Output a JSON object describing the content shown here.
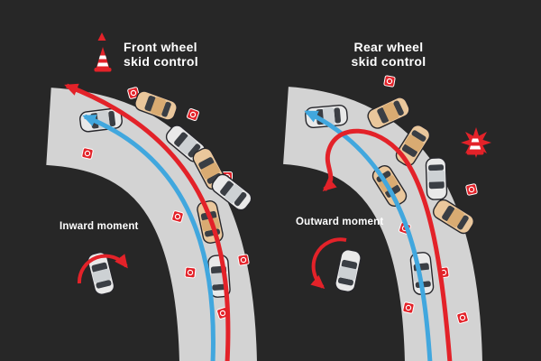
{
  "front": {
    "title_line1": "Front wheel",
    "title_line2": "skid control",
    "moment_label": "Inward moment"
  },
  "rear": {
    "title_line1": "Rear wheel",
    "title_line2": "skid control",
    "moment_label": "Outward moment"
  },
  "colors": {
    "background": "#272727",
    "road": "#d3d3d3",
    "red": "#e32229",
    "blue": "#41a7de",
    "text": "#ffffff",
    "car_tan": "#eac79c",
    "car_tan_roof": "#d9ab72",
    "car_silver": "#e9e9e9",
    "car_silver_roof": "#cdd1d4",
    "glass": "#3a3e44"
  },
  "icons": {
    "cone": "traffic-cone-icon",
    "warning": "warning-triangle-icon",
    "burst": "impact-burst-icon",
    "skid_marker": "skid-marker-icon",
    "car": "car-icon",
    "red_arrow": "red-trajectory-arrow",
    "blue_arrow": "blue-trajectory-arrow"
  }
}
